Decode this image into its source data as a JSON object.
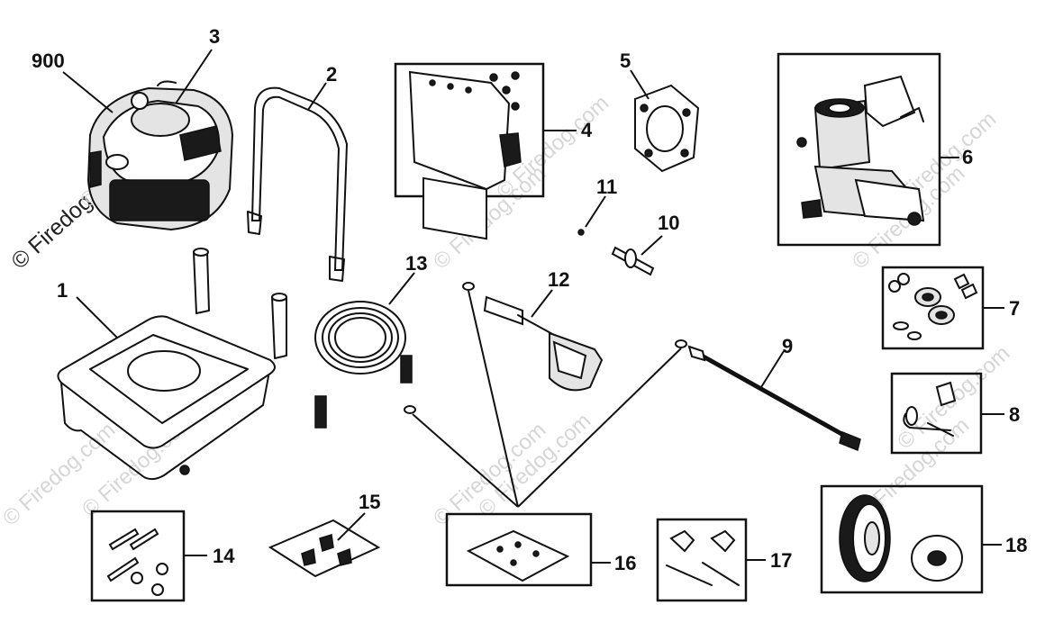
{
  "callouts": {
    "c900": "900",
    "c1": "1",
    "c2": "2",
    "c3": "3",
    "c4": "4",
    "c5": "5",
    "c6": "6",
    "c7": "7",
    "c8": "8",
    "c9": "9",
    "c10": "10",
    "c11": "11",
    "c12": "12",
    "c13": "13",
    "c14": "14",
    "c15": "15",
    "c16": "16",
    "c17": "17",
    "c18": "18"
  },
  "watermark": {
    "brand": "© Firedog.com",
    "brand_short": "© Firedog.com"
  }
}
